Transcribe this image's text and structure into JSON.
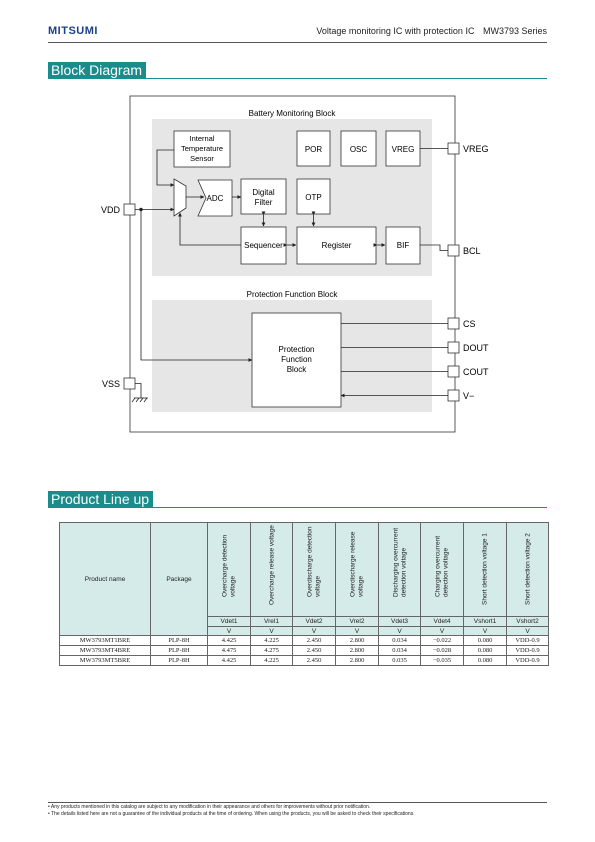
{
  "header": {
    "brand": "MITSUMI",
    "title": "Voltage monitoring IC with protection IC",
    "series": "MW3793 Series"
  },
  "block_diagram": {
    "section_title": "Block Diagram",
    "battery_block_label": "Battery Monitoring Block",
    "protection_block_label": "Protection Function Block",
    "blocks": {
      "temp_sensor": [
        "Internal",
        "Temperature",
        "Sensor"
      ],
      "por": "POR",
      "osc": "OSC",
      "vreg": "VREG",
      "adc": "ADC",
      "digital_filter": [
        "Digital",
        "Filter"
      ],
      "otp": "OTP",
      "sequencer": "Sequencer",
      "register": "Register",
      "bif": "BIF",
      "protection": [
        "Protection",
        "Function",
        "Block"
      ]
    },
    "pins": {
      "vdd": "VDD",
      "vss": "VSS",
      "vreg": "VREG",
      "bcl": "BCL",
      "cs": "CS",
      "dout": "DOUT",
      "cout": "COUT",
      "vminus": "V−"
    }
  },
  "product_lineup": {
    "section_title": "Product Line up",
    "col_product": "Product name",
    "col_package": "Package",
    "params": [
      {
        "label": "Overcharge detection voltage",
        "symbol": "Vdet1",
        "unit": "V"
      },
      {
        "label": "Overcharge release voltage",
        "symbol": "Vrel1",
        "unit": "V"
      },
      {
        "label": "Overdischarge detection voltage",
        "symbol": "Vdet2",
        "unit": "V"
      },
      {
        "label": "Overdischarge release voltage",
        "symbol": "Vrel2",
        "unit": "V"
      },
      {
        "label": "Discharging overcurrent detection voltage",
        "symbol": "Vdet3",
        "unit": "V"
      },
      {
        "label": "Charging overcurrent detection voltage",
        "symbol": "Vdet4",
        "unit": "V"
      },
      {
        "label": "Short detection voltage 1",
        "symbol": "Vshort1",
        "unit": "V"
      },
      {
        "label": "Short detection voltage 2",
        "symbol": "Vshort2",
        "unit": "V"
      }
    ],
    "rows": [
      {
        "name": "MW3793MT1BRE",
        "package": "PLP-8H",
        "values": [
          "4.425",
          "4.225",
          "2.450",
          "2.800",
          "0.034",
          "−0.022",
          "0.080",
          "VDD-0.9"
        ]
      },
      {
        "name": "MW3793MT4BRE",
        "package": "PLP-8H",
        "values": [
          "4.475",
          "4.275",
          "2.450",
          "2.800",
          "0.034",
          "−0.028",
          "0.080",
          "VDD-0.9"
        ]
      },
      {
        "name": "MW3793MT5BRE",
        "package": "PLP-8H",
        "values": [
          "4.425",
          "4.225",
          "2.450",
          "2.800",
          "0.035",
          "−0.035",
          "0.080",
          "VDD-0.9"
        ]
      }
    ]
  },
  "footer": {
    "notes": [
      "• Any products mentioned in this catalog are subject to any modification in their appearance and others for improvements without prior notification.",
      "• The details listed here are not a guarantee of the individual products at the time of ordering. When using the products, you will be asked to check their specifications."
    ]
  }
}
